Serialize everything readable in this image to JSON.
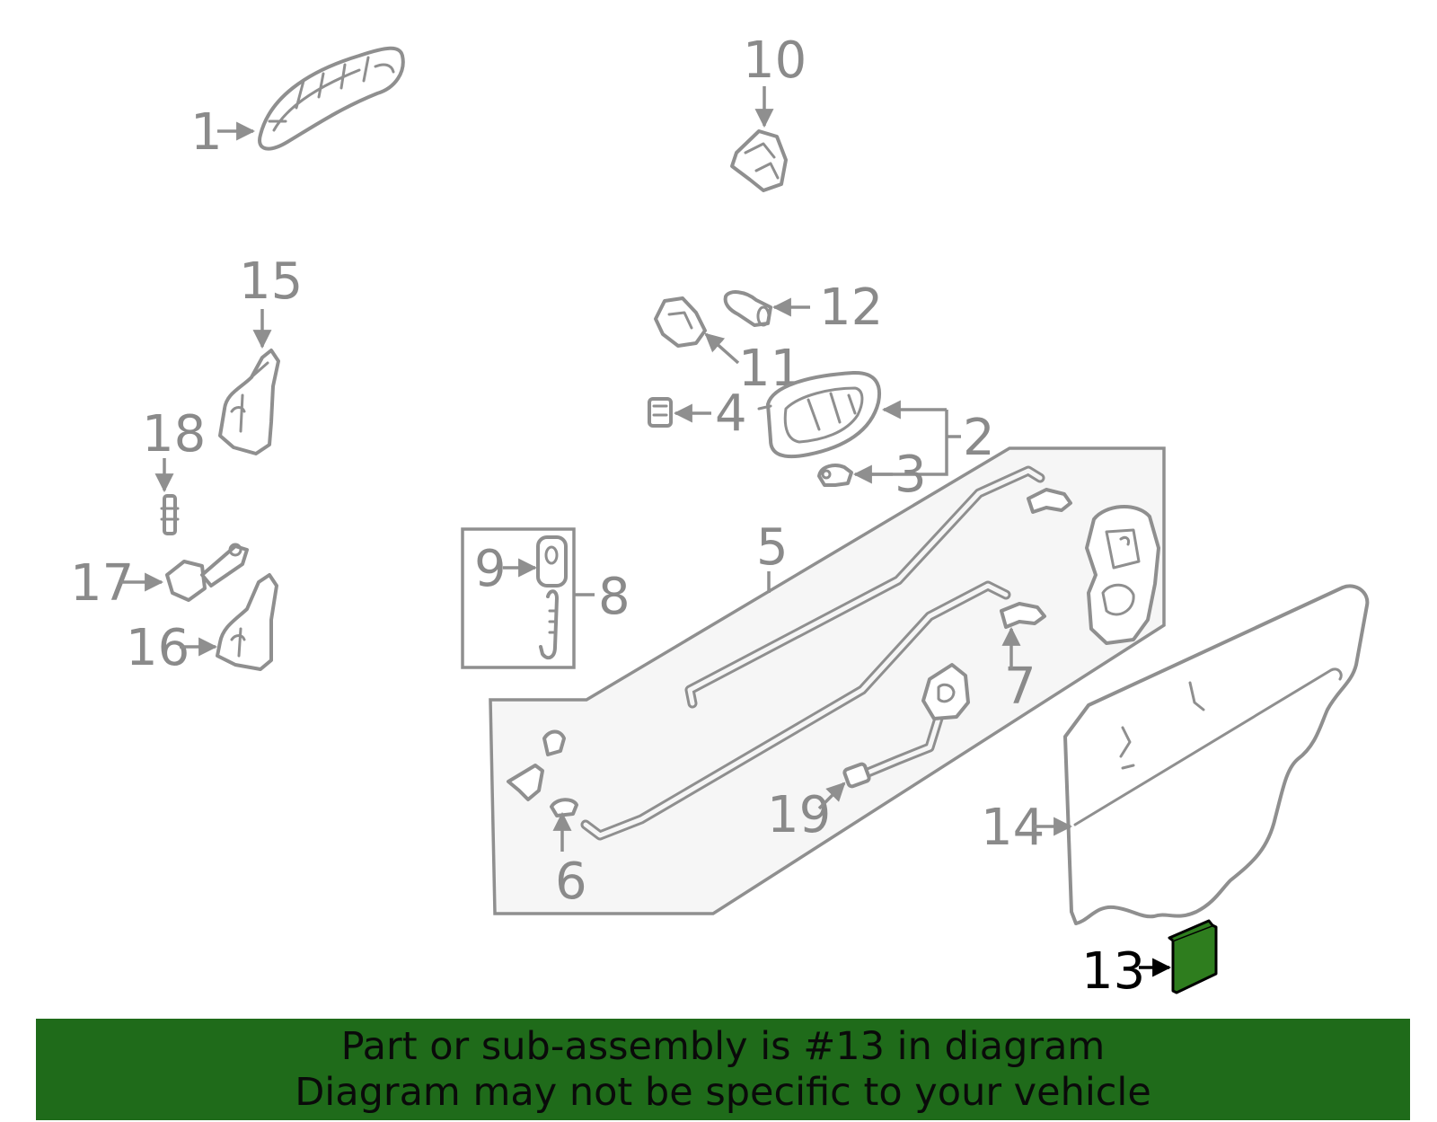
{
  "callouts": {
    "c1": "1",
    "c2": "2",
    "c3": "3",
    "c4": "4",
    "c5": "5",
    "c6": "6",
    "c7": "7",
    "c8": "8",
    "c9": "9",
    "c10": "10",
    "c11": "11",
    "c12": "12",
    "c13": "13",
    "c14": "14",
    "c15": "15",
    "c16": "16",
    "c17": "17",
    "c18": "18",
    "c19": "19"
  },
  "highlight": {
    "part": "13",
    "color": "#2e7d1e"
  },
  "banner": {
    "line1": "Part or sub-assembly is #13 in diagram",
    "line2": "Diagram may not be specific to your vehicle",
    "background": "#1f6b1a"
  }
}
